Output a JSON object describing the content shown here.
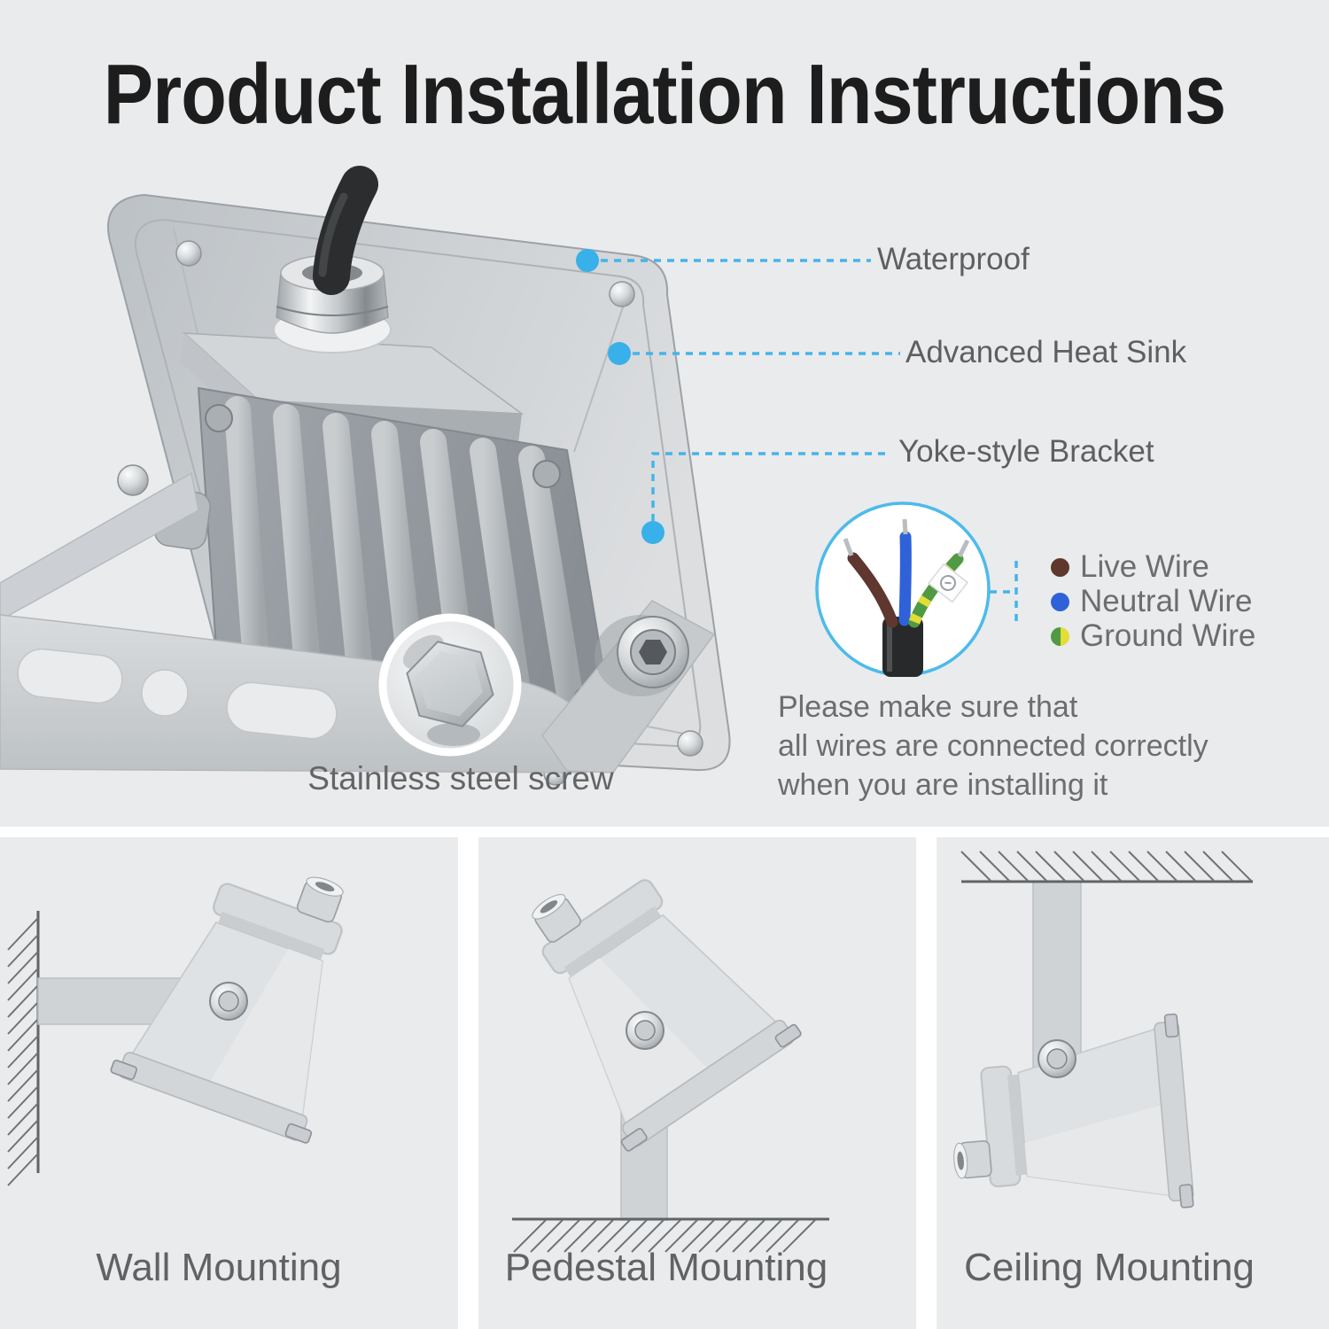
{
  "title": "Product Installation Instructions",
  "callouts": {
    "waterproof": "Waterproof",
    "heat_sink": "Advanced Heat Sink",
    "bracket": "Yoke-style Bracket"
  },
  "screw_label": "Stainless steel screw",
  "wire_legend": {
    "live": "Live Wire",
    "neutral": "Neutral Wire",
    "ground": "Ground Wire"
  },
  "wiring_note": [
    "Please make sure that",
    "all wires are connected correctly",
    "when you are installing it"
  ],
  "mounting_panels": [
    {
      "label": "Wall Mounting"
    },
    {
      "label": "Pedestal Mounting"
    },
    {
      "label": "Ceiling Mounting"
    }
  ],
  "icons": {
    "callout_marker": "blue-dot",
    "wire_detail": "magnifier-circle",
    "screw_detail": "magnifier-circle"
  },
  "colors": {
    "background": "#eaebec",
    "title_color": "#1d1d1e",
    "text_gray": "#6b6d6f",
    "accent_blue": "#45b4e9",
    "live_wire": "#5f372e",
    "neutral_wire": "#2f62d8",
    "ground_green": "#4f9a42",
    "ground_yellow": "#e4dd36"
  }
}
